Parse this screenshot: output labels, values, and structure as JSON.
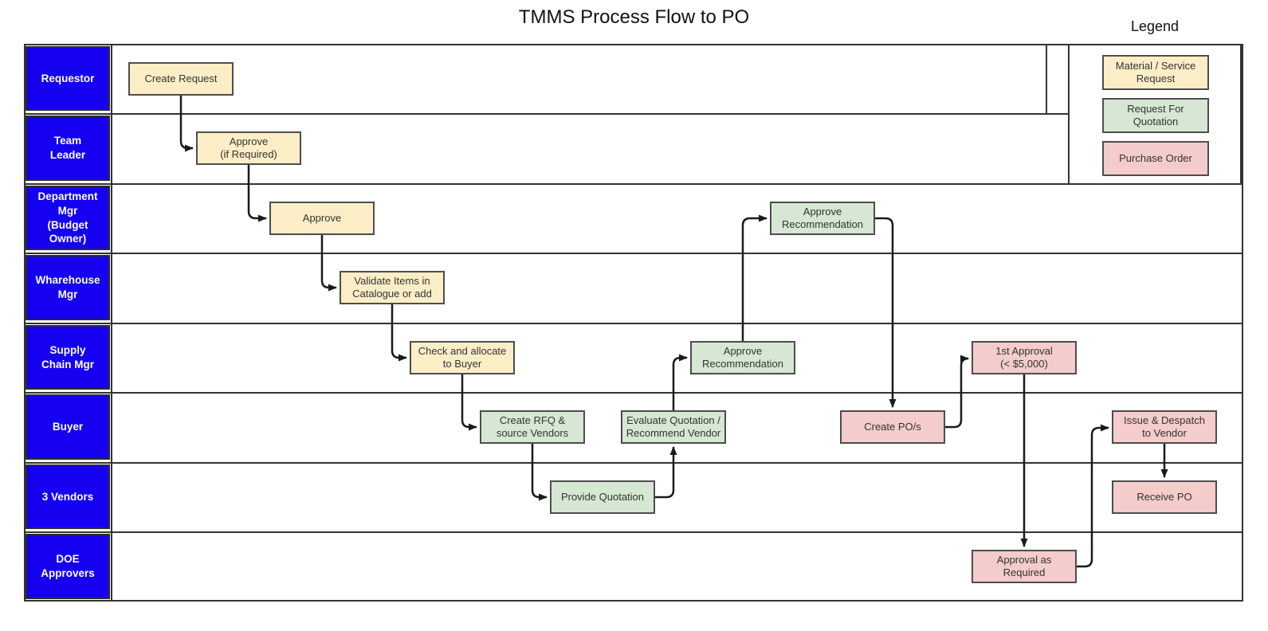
{
  "title": "TMMS Process Flow to PO",
  "legend": {
    "title": "Legend",
    "items": [
      {
        "label": "Material / Service\nRequest",
        "type": "material-service-request",
        "color": "#FBEEC6"
      },
      {
        "label": "Request For\nQuotation",
        "type": "request-for-quotation",
        "color": "#D6E7D3"
      },
      {
        "label": "Purchase Order",
        "type": "purchase-order",
        "color": "#F3CCCB"
      }
    ]
  },
  "lanes": [
    {
      "id": "requestor",
      "label": "Requestor"
    },
    {
      "id": "team-leader",
      "label": "Team\nLeader"
    },
    {
      "id": "department-mgr",
      "label": "Department\nMgr\n(Budget\nOwner)"
    },
    {
      "id": "wharehouse-mgr",
      "label": "Wharehouse\nMgr"
    },
    {
      "id": "supply-chain-mgr",
      "label": "Supply\nChain Mgr"
    },
    {
      "id": "buyer",
      "label": "Buyer"
    },
    {
      "id": "3-vendors",
      "label": "3 Vendors"
    },
    {
      "id": "doe-approvers",
      "label": "DOE\nApprovers"
    }
  ],
  "nodes": [
    {
      "id": "create-request",
      "lane": "requestor",
      "type": "material-service-request",
      "label": "Create Request"
    },
    {
      "id": "approve-if-required",
      "lane": "team-leader",
      "type": "material-service-request",
      "label": "Approve\n(if Required)"
    },
    {
      "id": "approve",
      "lane": "department-mgr",
      "type": "material-service-request",
      "label": "Approve"
    },
    {
      "id": "validate-items",
      "lane": "wharehouse-mgr",
      "type": "material-service-request",
      "label": "Validate Items in\nCatalogue or add"
    },
    {
      "id": "check-and-allocate",
      "lane": "supply-chain-mgr",
      "type": "material-service-request",
      "label": "Check and allocate\nto Buyer"
    },
    {
      "id": "create-rfq",
      "lane": "buyer",
      "type": "request-for-quotation",
      "label": "Create RFQ &\nsource Vendors"
    },
    {
      "id": "provide-quotation",
      "lane": "3-vendors",
      "type": "request-for-quotation",
      "label": "Provide Quotation"
    },
    {
      "id": "evaluate-quotation",
      "lane": "buyer",
      "type": "request-for-quotation",
      "label": "Evaluate Quotation /\nRecommend Vendor"
    },
    {
      "id": "approve-recommendation-scm",
      "lane": "supply-chain-mgr",
      "type": "request-for-quotation",
      "label": "Approve\nRecommendation"
    },
    {
      "id": "approve-recommendation-dept",
      "lane": "department-mgr",
      "type": "request-for-quotation",
      "label": "Approve\nRecommendation"
    },
    {
      "id": "create-pos",
      "lane": "buyer",
      "type": "purchase-order",
      "label": "Create PO/s"
    },
    {
      "id": "first-approval",
      "lane": "supply-chain-mgr",
      "type": "purchase-order",
      "label": "1st Approval\n(< $5,000)"
    },
    {
      "id": "approval-as-required",
      "lane": "doe-approvers",
      "type": "purchase-order",
      "label": "Approval as\nRequired"
    },
    {
      "id": "issue-and-despatch",
      "lane": "buyer",
      "type": "purchase-order",
      "label": "Issue & Despatch\nto Vendor"
    },
    {
      "id": "receive-po",
      "lane": "3-vendors",
      "type": "purchase-order",
      "label": "Receive PO"
    }
  ],
  "edges": [
    {
      "from": "create-request",
      "to": "approve-if-required"
    },
    {
      "from": "approve-if-required",
      "to": "approve"
    },
    {
      "from": "approve",
      "to": "validate-items"
    },
    {
      "from": "validate-items",
      "to": "check-and-allocate"
    },
    {
      "from": "check-and-allocate",
      "to": "create-rfq"
    },
    {
      "from": "create-rfq",
      "to": "provide-quotation"
    },
    {
      "from": "provide-quotation",
      "to": "evaluate-quotation"
    },
    {
      "from": "evaluate-quotation",
      "to": "approve-recommendation-scm"
    },
    {
      "from": "approve-recommendation-scm",
      "to": "approve-recommendation-dept"
    },
    {
      "from": "approve-recommendation-dept",
      "to": "create-pos"
    },
    {
      "from": "create-pos",
      "to": "first-approval"
    },
    {
      "from": "first-approval",
      "to": "approval-as-required"
    },
    {
      "from": "approval-as-required",
      "to": "issue-and-despatch"
    },
    {
      "from": "issue-and-despatch",
      "to": "receive-po"
    }
  ],
  "colors": {
    "lane_header_bg": "#1500F0",
    "lane_header_text": "#FFFFFF",
    "material_service_request": "#FBEEC6",
    "request_for_quotation": "#D6E7D3",
    "purchase_order": "#F3CCCB",
    "node_border": "#4D4D4D",
    "grid_line": "#333333",
    "arrow": "#1A1A1A"
  }
}
